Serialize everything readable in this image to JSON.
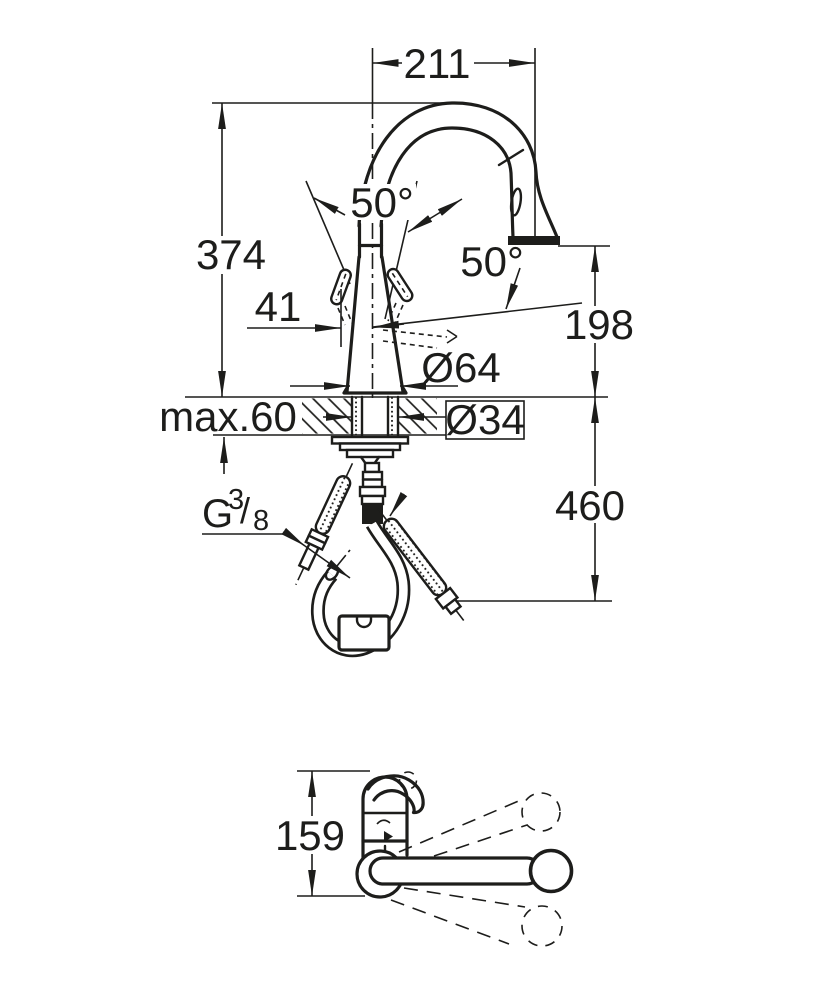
{
  "drawing": {
    "dims": {
      "spout_reach": "211",
      "total_height": "374",
      "handle_angle": "50°",
      "spray_angle": "50°",
      "handle_offset": "41",
      "outlet_height": "198",
      "base_diameter": "Ø64",
      "max_counter_thickness": "max.60",
      "hole_diameter": "Ø34",
      "under_counter_depth": "460",
      "plan_depth": "159",
      "thread_letter": "G",
      "thread_numerator": "3",
      "thread_slash": "/",
      "thread_denominator": "8"
    },
    "colors": {
      "line": "#1d1d1b",
      "background": "#ffffff"
    }
  }
}
